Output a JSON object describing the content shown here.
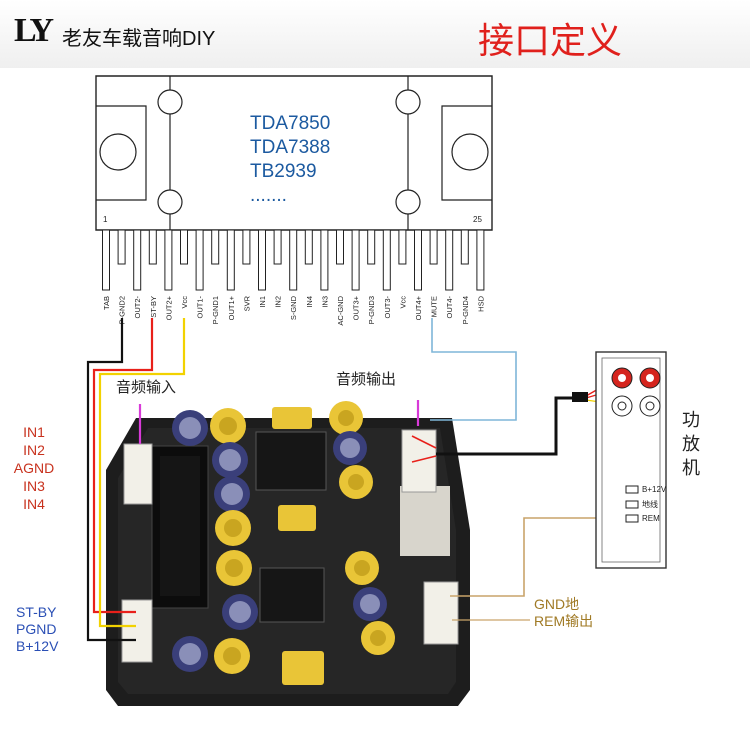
{
  "header": {
    "logo_text": "LY",
    "brand": "老友车载音响DIY",
    "title": "接口定义"
  },
  "chip": {
    "models": [
      "TDA7850",
      "TDA7388",
      "TB2939",
      "......."
    ],
    "pin_first": "1",
    "pin_last": "25",
    "pins": [
      "TAB",
      "P-GND2",
      "OUT2-",
      "ST-BY",
      "OUT2+",
      "Vcc",
      "OUT1-",
      "P-GND1",
      "OUT1+",
      "SVR",
      "IN1",
      "IN2",
      "S-GND",
      "IN4",
      "IN3",
      "AC-GND",
      "OUT3+",
      "P-GND3",
      "OUT3-",
      "Vcc",
      "OUT4+",
      "MUTE",
      "OUT4-",
      "P-GND4",
      "HSD"
    ]
  },
  "labels": {
    "audio_in": "音频输入",
    "audio_out": "音频输出",
    "amp": [
      "功",
      "放",
      "机"
    ],
    "inputs": [
      "IN1",
      "IN2",
      "AGND",
      "IN3",
      "IN4"
    ],
    "power": [
      "ST-BY",
      "PGND",
      "B+12V"
    ],
    "gnd_rem": [
      "GND地",
      "REM输出"
    ],
    "amp_ports": [
      "B+12V",
      "地线",
      "REM"
    ]
  },
  "colors": {
    "title_red": "#e0201c",
    "wire_red": "#e8201a",
    "wire_yellow": "#f2d200",
    "wire_black": "#111111",
    "wire_blue": "#7fb6d8",
    "wire_gold": "#c9a46a",
    "chip_text": "#1c5aa0"
  }
}
